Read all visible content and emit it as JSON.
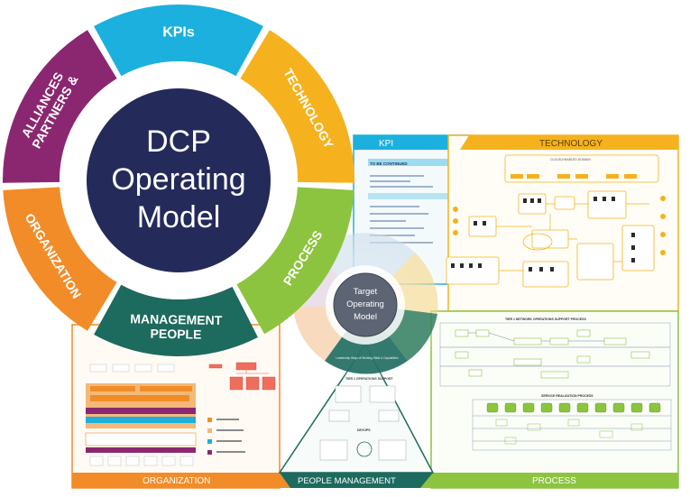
{
  "wheel": {
    "center_title": [
      "DCP",
      "Operating",
      "Model"
    ],
    "segments": [
      {
        "key": "kpis",
        "label": "KPIs",
        "color": "#1bb0de"
      },
      {
        "key": "technology",
        "label": "TECHNOLOGY",
        "color": "#f5b21e"
      },
      {
        "key": "process",
        "label": "PROCESS",
        "color": "#8cc43f"
      },
      {
        "key": "people",
        "label_lines": [
          "PEOPLE",
          "MANAGEMENT"
        ],
        "color": "#1d6a5e"
      },
      {
        "key": "organization",
        "label": "ORGANIZATION",
        "color": "#f28c28"
      },
      {
        "key": "partners",
        "label_lines": [
          "PARTNERS &",
          "ALLIANCES"
        ],
        "color": "#8b2770"
      }
    ],
    "center_color": "#242a5a"
  },
  "panels": {
    "kpi": {
      "header": "KPI",
      "color": "#1bb0de"
    },
    "technology": {
      "header": "TECHNOLOGY",
      "color": "#f5b21e"
    },
    "process": {
      "header": "PROCESS",
      "color": "#8cc43f"
    },
    "people": {
      "header": "PEOPLE MANAGEMENT",
      "color": "#1d6a5e"
    },
    "organization": {
      "header": "ORGANIZATION",
      "color": "#f28c28"
    }
  },
  "mini_wheel": {
    "title": [
      "Target",
      "Operating",
      "Model"
    ]
  },
  "thumb_text": {
    "kpi_items": [
      "TO BE CONTINUED"
    ],
    "tech_top": "CLOUD-ENABLED DOMAIN",
    "process_title_1": "TIER 1 NETWORK OPERATIONS SUPPORT PROCESS",
    "process_title_2": "SERVICE REALIZATION PROCESS",
    "people_title": "TIER 1 OPERATIONS SUPPORT",
    "people_sub": "DEVOPS",
    "mini_center_label": "Leadership Ways of Working Skills & Capabilities"
  }
}
